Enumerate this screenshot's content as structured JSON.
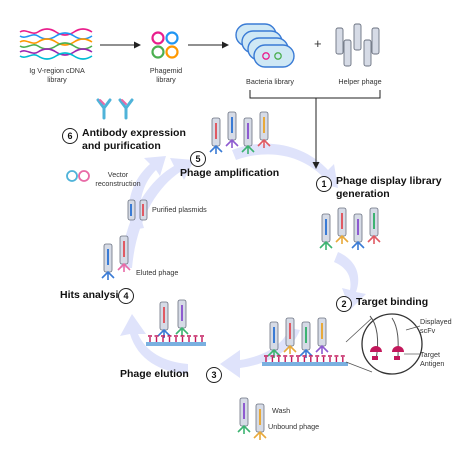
{
  "top_row": {
    "cdna_label_line1": "Ig V-region cDNA",
    "cdna_label_line2": "library",
    "phagemid_label_line1": "Phagemid",
    "phagemid_label_line2": "library",
    "bacteria_label": "Bacteria library",
    "helper_label": "Helper phage",
    "plus": "+"
  },
  "steps": [
    {
      "num": "1",
      "line1": "Phage display library",
      "line2": "generation"
    },
    {
      "num": "2",
      "line1": "Target binding",
      "line2": ""
    },
    {
      "num": "3",
      "line1": "Phage elution",
      "line2": ""
    },
    {
      "num": "4",
      "line1": "Hits analysis",
      "line2": ""
    },
    {
      "num": "5",
      "line1": "Phage amplification",
      "line2": ""
    },
    {
      "num": "6",
      "line1": "Antibody expression",
      "line2": "and purification"
    }
  ],
  "annotations": {
    "displayed_line1": "Displayed",
    "displayed_line2": "scFv",
    "target_line1": "Target",
    "target_line2": "Antigen",
    "wash": "Wash",
    "unbound": "Unbound phage",
    "eluted": "Eluted phage",
    "purified": "Purified plasmids",
    "vector_line1": "Vector",
    "vector_line2": "reconstruction"
  },
  "colors": {
    "cycle_arrow": "#dfe3fb",
    "phage_body": "#d6dbe6",
    "phage_outline": "#6b7280",
    "insert_colors": [
      "#e05a63",
      "#3a7bd5",
      "#8e5bd0",
      "#e8a93a",
      "#3cb371"
    ],
    "antibody": "#4fb3d9",
    "antibody_alt": "#e86aa6",
    "antigen": "#c2185b",
    "plate": "#7ab0e0",
    "dna_colors": [
      "#e91e8c",
      "#2196f3",
      "#ff9800",
      "#4caf50",
      "#9c27b0"
    ]
  }
}
